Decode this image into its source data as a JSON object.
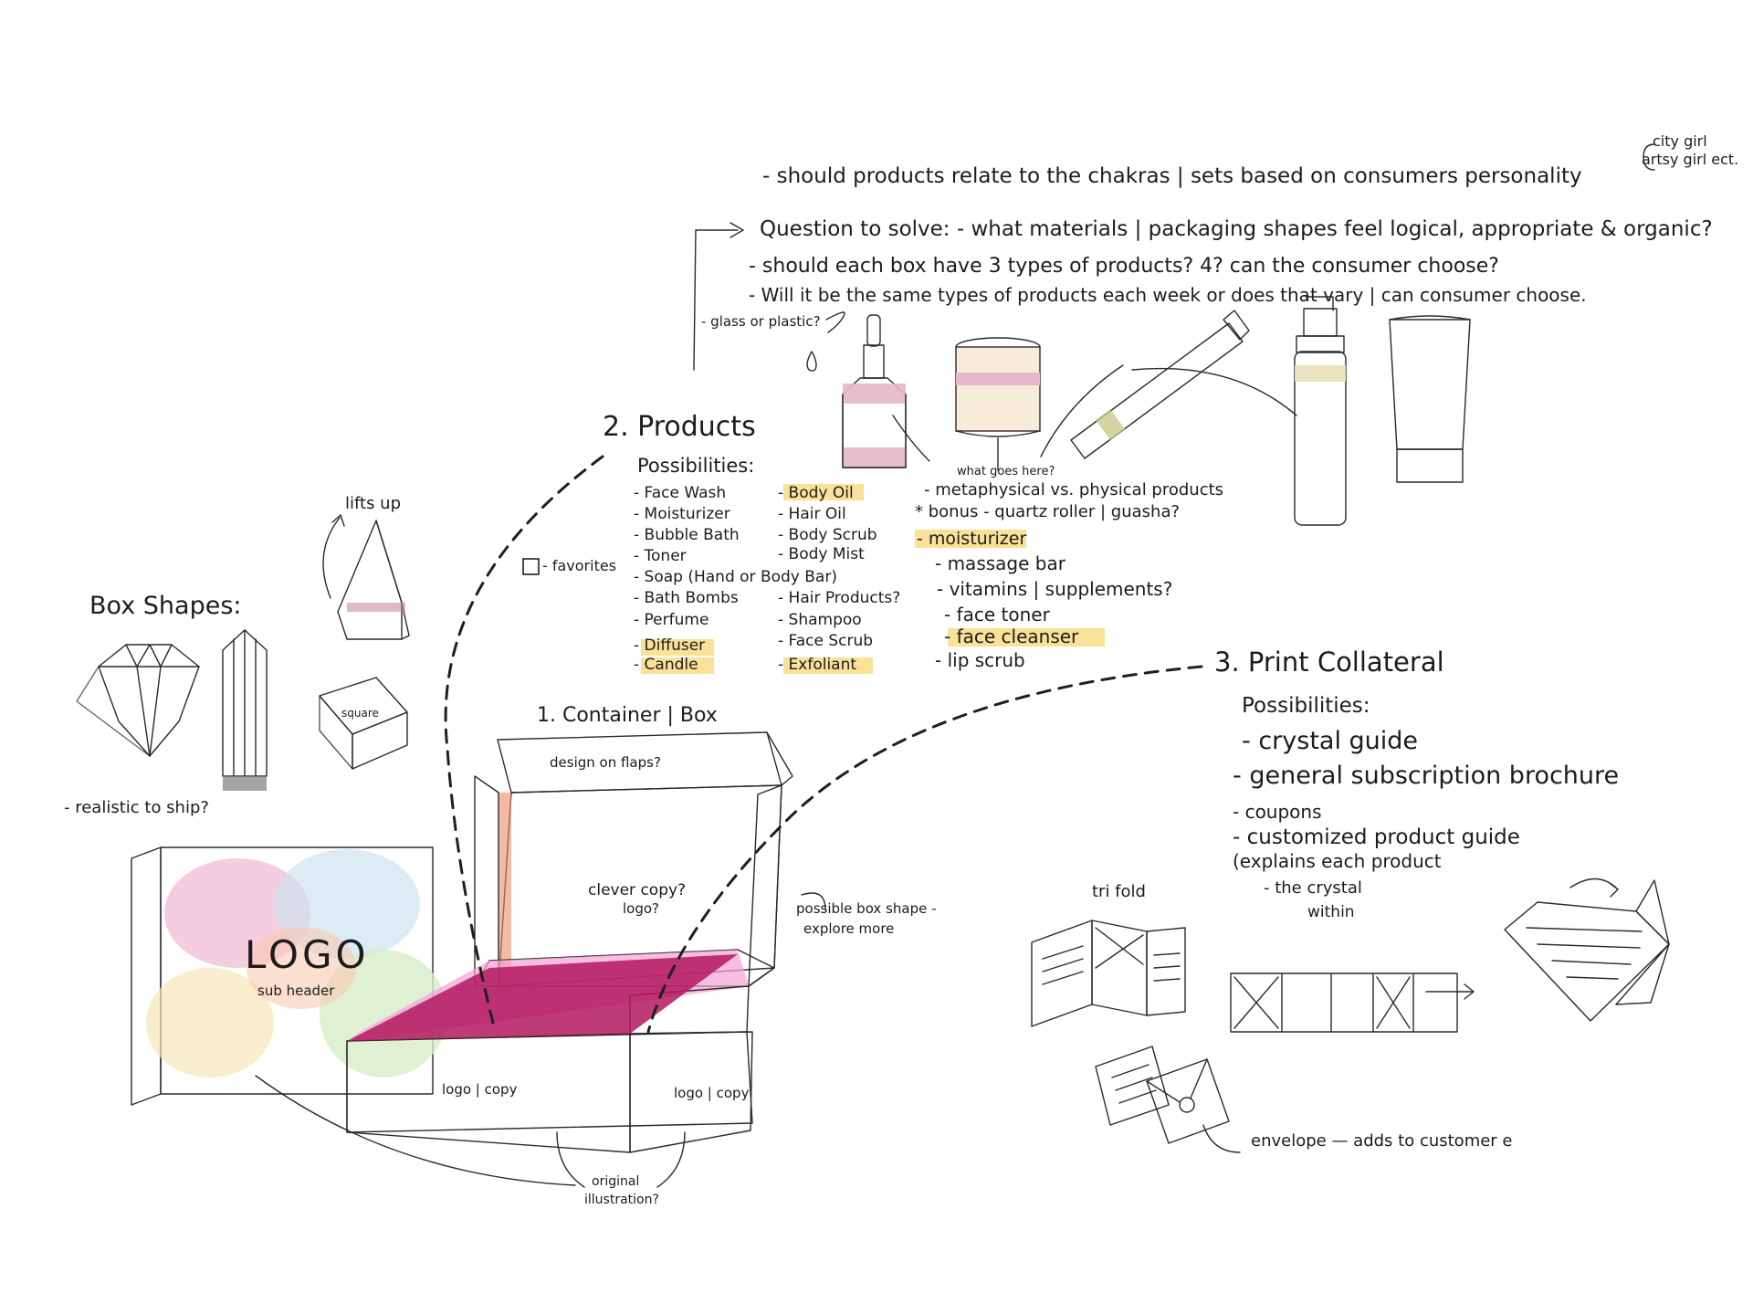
{
  "top_notes": {
    "line1": "- should products relate to the chakras | sets based on consumers personality",
    "bracket": [
      "city girl",
      "artsy girl ect."
    ],
    "line2": "Question to solve: - what materials | packaging shapes feel logical, appropriate & organic?",
    "line3": "- should each box have 3 types of products? 4? can the consumer choose?",
    "line4": "- Will it be the same types of products each week or does that vary | can consumer choose.",
    "glass_note": "- glass or plastic?"
  },
  "products": {
    "heading": "2. Products",
    "subheading": "Possibilities:",
    "col1": [
      "- Face Wash",
      "- Moisturizer",
      "- Bubble Bath",
      "- Toner",
      "- Soap (Hand or Body Bar)",
      "- Bath Bombs",
      "- Perfume",
      "- Diffuser",
      "- Candle"
    ],
    "col2": [
      "- Body Oil",
      "- Hair Oil",
      "- Body Scrub",
      "- Body Mist",
      "",
      "- Hair Products?",
      "- Shampoo",
      "- Face Scrub",
      "- Exfoliant"
    ],
    "col3": [
      "- metaphysical vs. physical products",
      "* bonus - quartz roller | guasha?",
      "- moisturizer",
      "- massage bar",
      "- vitamins | supplements?",
      "- face toner",
      "- face cleanser",
      "- lip scrub"
    ],
    "what_goes_here": "what goes here?",
    "favorites_label": "- favorites"
  },
  "box_shapes": {
    "heading": "Box Shapes:",
    "lifts_up": "lifts up",
    "square_label": "square",
    "realistic_note": "- realistic to ship?"
  },
  "container": {
    "heading": "1. Container | Box",
    "design_on_flaps": "design on flaps?",
    "clever_copy": [
      "clever copy?",
      "logo?"
    ],
    "logo_copy_left": "logo | copy",
    "logo_copy_right": "logo | copy",
    "possible_shape": [
      "possible box shape -",
      "explore more"
    ],
    "original_illustration": [
      "original",
      "illustration?"
    ],
    "logo_text": "LOGO",
    "sub_header": "sub header"
  },
  "print": {
    "heading": "3. Print Collateral",
    "subheading": "Possibilities:",
    "items": [
      "- crystal guide",
      "- general subscription brochure",
      "- coupons",
      "- customized product guide"
    ],
    "explains": [
      "(explains each product",
      "- the crystal",
      "within"
    ],
    "tri_fold": "tri fold",
    "envelope_note": "envelope — adds to customer e"
  },
  "colors": {
    "box_pink": "#f2a3d4",
    "box_peach": "#f9b98f",
    "box_inside": "#b3195f",
    "highlight": "#f7d774",
    "pyramid": "#f5cde0",
    "diamond": "#f3eeb6",
    "crystal": "#e9e2f6",
    "square": "#cfe8c2",
    "trifold": "#cfe5f2",
    "longfold": "#f4ebc2",
    "envelope": "#f7b9d4",
    "gem_fold": "#dcd5f0",
    "bottle_pink": "#e6b7c8",
    "bottle_cream": "#f6ecd9",
    "tube_cap": "#c79a86"
  }
}
